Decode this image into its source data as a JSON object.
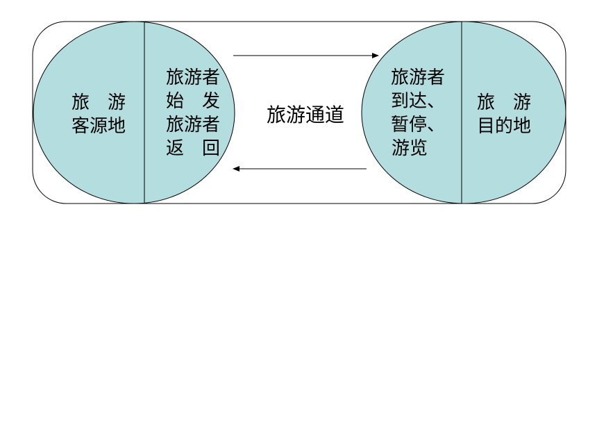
{
  "diagram": {
    "origin": {
      "name": {
        "line1": "旅　游",
        "line2": "客源地"
      },
      "activities": {
        "line1": "旅游者",
        "line2": "始　发",
        "line3": "旅游者",
        "line4": "返　回"
      }
    },
    "channel": {
      "label": "旅游通道"
    },
    "destination": {
      "activities": {
        "line1": "旅游者",
        "line2": "到达、",
        "line3": "暂停、",
        "line4": "游览"
      },
      "name": {
        "line1": "旅　游",
        "line2": "目的地"
      }
    },
    "colors": {
      "ellipse_fill": "#b4dde0",
      "stroke": "#000000",
      "background": "#ffffff"
    }
  }
}
